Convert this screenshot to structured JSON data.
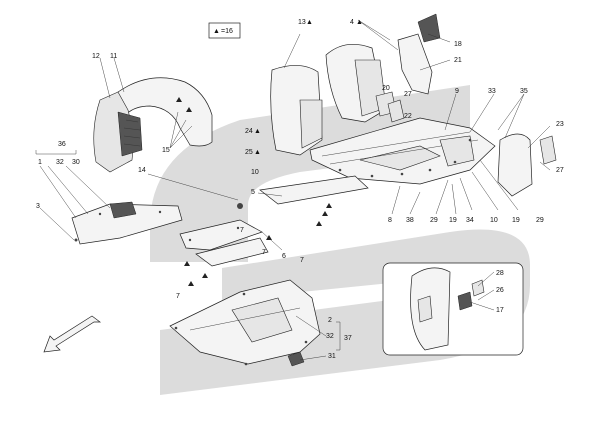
{
  "legend": {
    "symbol": "▲",
    "text": "=16"
  },
  "colors": {
    "watermark": "#d9d9d9",
    "line": "#222222",
    "fill": "#f4f4f4"
  },
  "callouts": {
    "c1": "1",
    "c2": "2",
    "c3": "3",
    "c4": "4",
    "c5": "5",
    "c6": "6",
    "c7a": "7",
    "c7b": "7",
    "c7c": "7",
    "c7d": "7",
    "c8": "8",
    "c9": "9",
    "c10a": "10",
    "c10b": "10",
    "c11": "11",
    "c12": "12",
    "c13": "13",
    "c14": "14",
    "c15": "15",
    "c17": "17",
    "c18": "18",
    "c19a": "19",
    "c19b": "19",
    "c20": "20",
    "c21": "21",
    "c22": "22",
    "c23": "23",
    "c24": "24",
    "c25": "25",
    "c26": "26",
    "c27a": "27",
    "c27b": "27",
    "c28": "28",
    "c29a": "29",
    "c29b": "29",
    "c30": "30",
    "c31": "31",
    "c32a": "32",
    "c32b": "32",
    "c33": "33",
    "c34": "34",
    "c35": "35",
    "c36": "36",
    "c37": "37",
    "c38": "38"
  }
}
